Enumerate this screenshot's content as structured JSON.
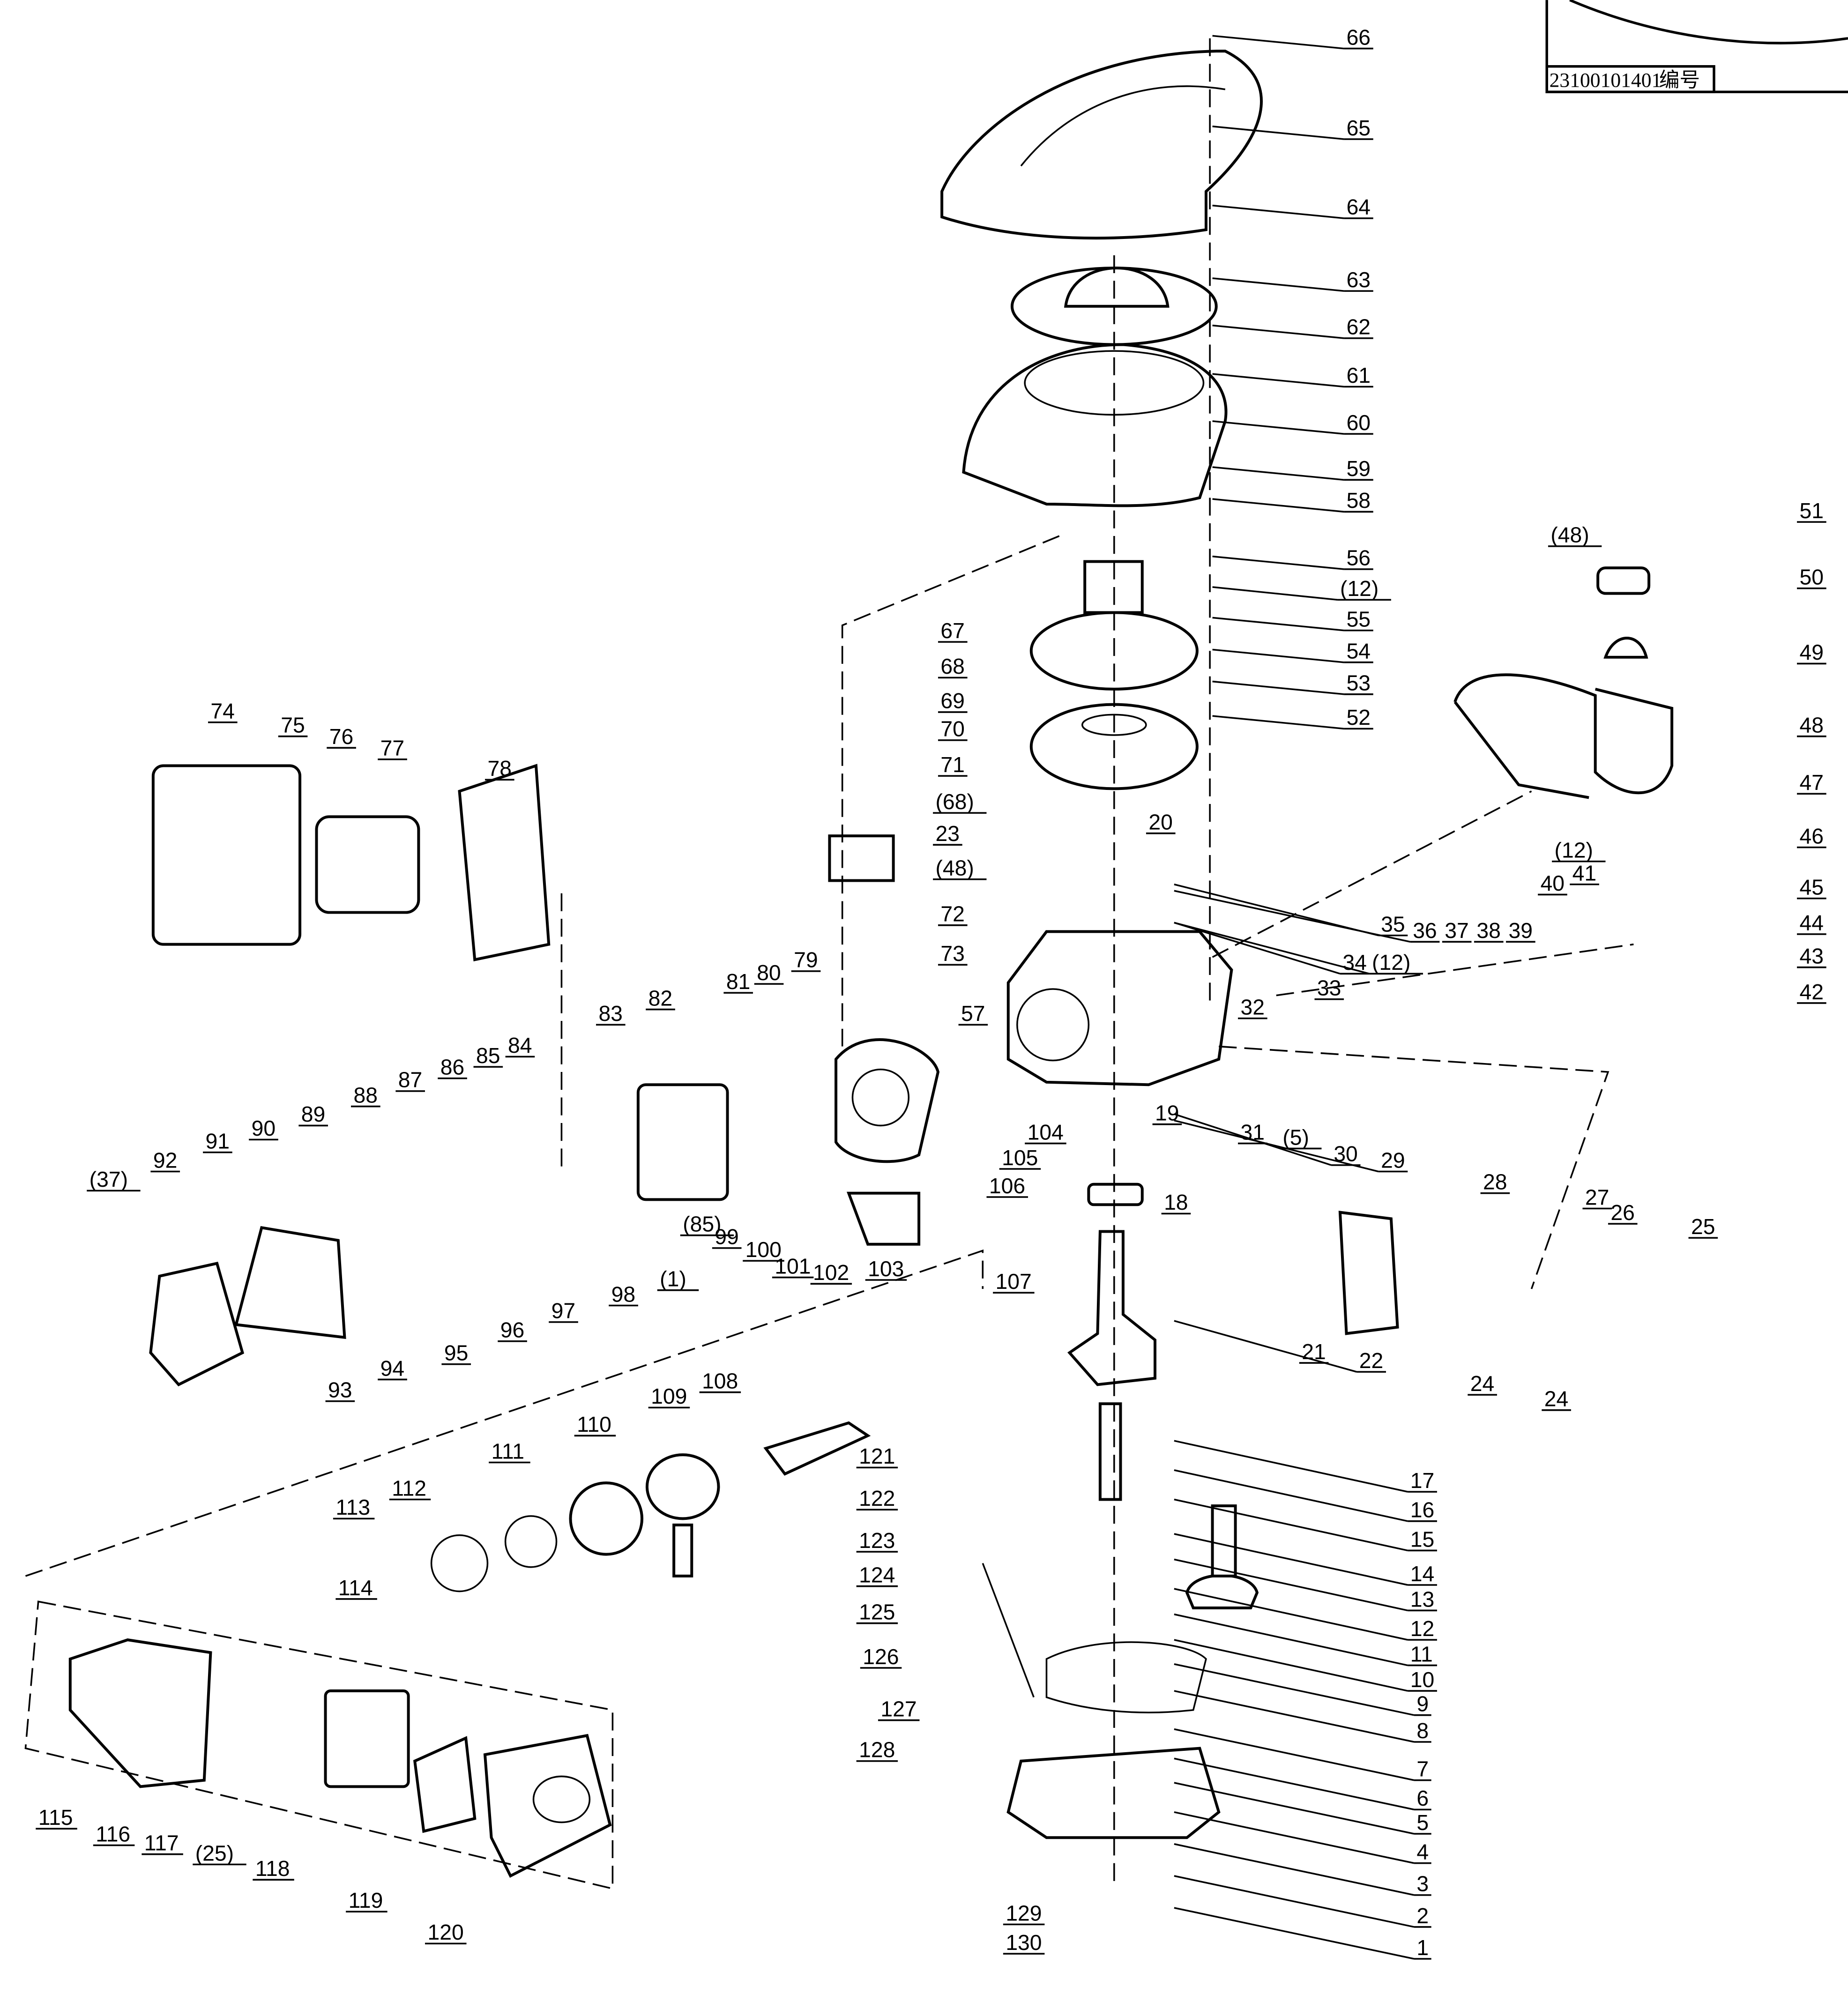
{
  "title_block": {
    "drawing_number": "23100101401",
    "label": "编号"
  },
  "part_labels": [
    "66",
    "65",
    "64",
    "63",
    "62",
    "61",
    "60",
    "59",
    "58",
    "56",
    "(12)",
    "55",
    "54",
    "53",
    "52",
    "51",
    "50",
    "(48)",
    "49",
    "48",
    "47",
    "46",
    "45",
    "44",
    "43",
    "42",
    "67",
    "68",
    "69",
    "70",
    "71",
    "(68)",
    "23",
    "(48)",
    "72",
    "73",
    "57",
    "20",
    "74",
    "75",
    "76",
    "77",
    "78",
    "35",
    "36",
    "37",
    "38",
    "39",
    "40",
    "41",
    "(12)",
    "34",
    "(12)",
    "33",
    "32",
    "19",
    "79",
    "80",
    "81",
    "82",
    "83",
    "84",
    "85",
    "86",
    "87",
    "88",
    "89",
    "90",
    "91",
    "92",
    "(37)",
    "31",
    "(5)",
    "30",
    "29",
    "28",
    "27",
    "26",
    "25",
    "104",
    "105",
    "106",
    "18",
    "(85)",
    "99",
    "100",
    "101",
    "102",
    "103",
    "93",
    "94",
    "95",
    "96",
    "97",
    "98",
    "(1)",
    "21",
    "22",
    "24",
    "24",
    "107",
    "108",
    "109",
    "110",
    "111",
    "112",
    "113",
    "114",
    "17",
    "16",
    "15",
    "14",
    "13",
    "12",
    "11",
    "10",
    "9",
    "8",
    "7",
    "6",
    "5",
    "4",
    "3",
    "2",
    "1",
    "121",
    "122",
    "123",
    "124",
    "125",
    "126",
    "127",
    "128",
    "129",
    "130",
    "115",
    "116",
    "117",
    "(25)",
    "118",
    "119",
    "120"
  ],
  "colors": {
    "line": "#000000",
    "background": "#ffffff"
  }
}
